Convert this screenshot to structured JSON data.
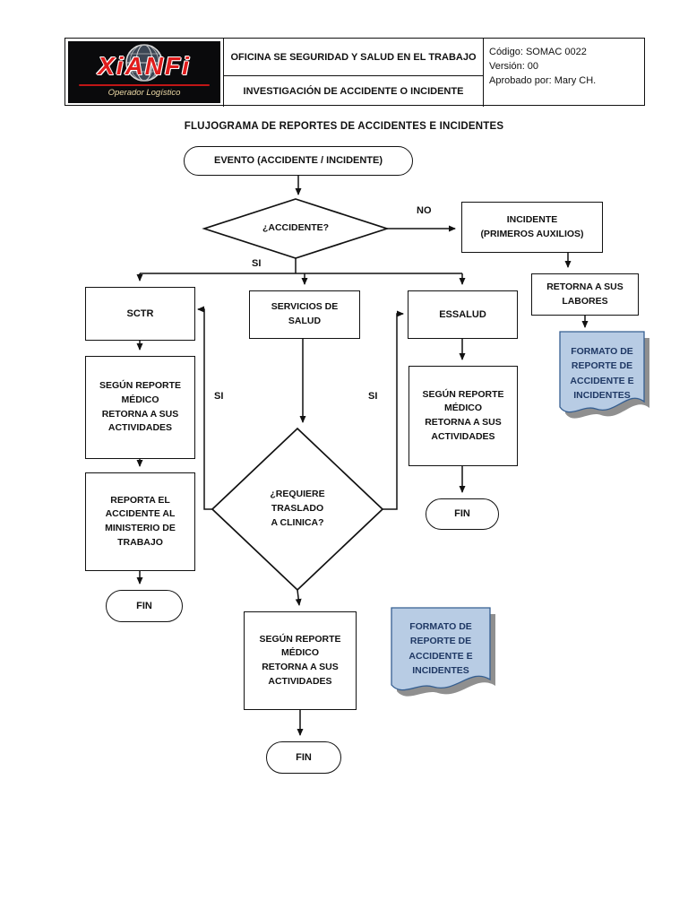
{
  "header": {
    "logo": {
      "brand": "XiANFi",
      "tagline": "Operador Logístico"
    },
    "office_line": "OFICINA SE SEGURIDAD Y SALUD EN EL TRABAJO",
    "doc_line": "INVESTIGACIÓN DE ACCIDENTE O INCIDENTE",
    "code": "Código: SOMAC 0022",
    "version": "Versión: 00",
    "approved": "Aprobado por: Mary CH."
  },
  "title": "FLUJOGRAMA DE REPORTES DE ACCIDENTES E INCIDENTES",
  "flow": {
    "start": "EVENTO (ACCIDENTE / INCIDENTE)",
    "decision_accident": "¿ACCIDENTE?",
    "label_no": "NO",
    "label_si": "SI",
    "incident_box": "INCIDENTE\n(PRIMEROS AUXILIOS)",
    "return_labores": "RETORNA A SUS\nLABORES",
    "report_format": "FORMATO DE\nREPORTE DE\nACCIDENTE E\nINCIDENTES",
    "sctr": "SCTR",
    "health_services": "SERVICIOS DE\nSALUD",
    "essalud": "ESSALUD",
    "medical_return": "SEGÚN REPORTE\nMÉDICO\nRETORNA A SUS\nACTIVIDADES",
    "report_ministry": "REPORTA EL\nACCIDENTE AL\nMINISTERIO DE\nTRABAJO",
    "decision_clinic": "¿REQUIERE\nTRASLADO\nA CLINICA?",
    "fin": "FIN"
  },
  "colors": {
    "doc_fill": "#b8cce4",
    "doc_stroke": "#365f91",
    "doc_text": "#1f3864",
    "line": "#111111"
  }
}
